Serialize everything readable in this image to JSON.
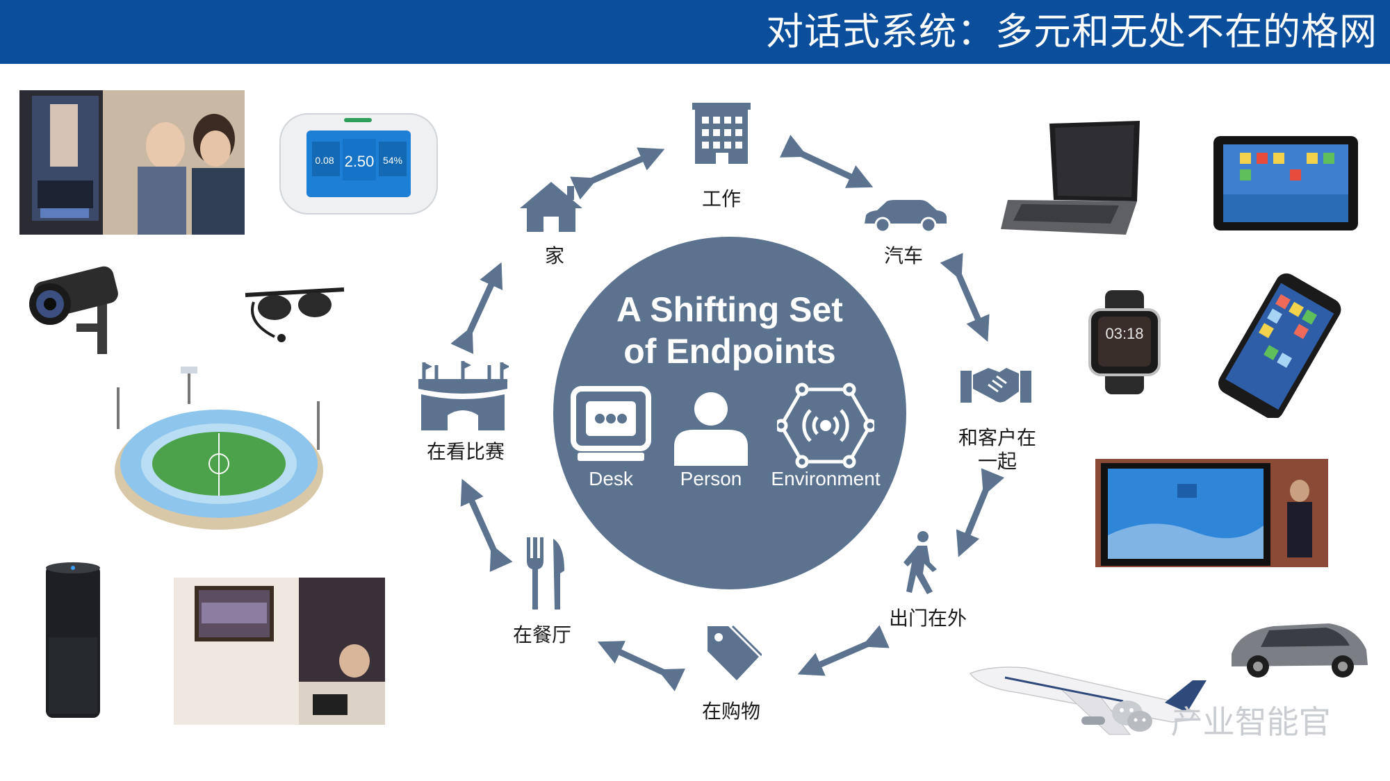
{
  "header": {
    "title": "对话式系统：多元和无处不在的格网"
  },
  "center": {
    "title_line1": "A Shifting Set",
    "title_line2": "of Endpoints"
  },
  "endpoints": [
    {
      "label": "Desk",
      "icon": "desk-monitor-icon"
    },
    {
      "label": "Person",
      "icon": "person-icon"
    },
    {
      "label": "Environment",
      "icon": "environment-network-icon"
    }
  ],
  "contexts": [
    {
      "key": "work",
      "label": "工作",
      "icon": "office-building-icon"
    },
    {
      "key": "car",
      "label": "汽车",
      "icon": "car-icon"
    },
    {
      "key": "client",
      "label_line1": "和客户在",
      "label_line2": "一起",
      "icon": "handshake-icon"
    },
    {
      "key": "out",
      "label": "出门在外",
      "icon": "walking-person-icon"
    },
    {
      "key": "shopping",
      "label": "在购物",
      "icon": "price-tag-icon"
    },
    {
      "key": "restaurant",
      "label": "在餐厅",
      "icon": "fork-knife-icon"
    },
    {
      "key": "game",
      "label": "在看比赛",
      "icon": "stadium-icon"
    },
    {
      "key": "home",
      "label": "家",
      "icon": "house-icon"
    }
  ],
  "device_thumbnails": [
    "digital-signage-photo",
    "thermostat-device",
    "security-camera",
    "bluetooth-glasses",
    "stadium-photo",
    "smart-speaker",
    "living-room-tv-photo",
    "laptop",
    "tablet",
    "smartwatch",
    "smartphone",
    "presentation-screen-photo",
    "car-photo",
    "airplane-photo"
  ],
  "watermark": {
    "text": "产业智能官"
  },
  "colors": {
    "header": "#0b4f9c",
    "circle": "#5c7390",
    "arrow": "#5c7390",
    "icon": "#5c7390"
  }
}
